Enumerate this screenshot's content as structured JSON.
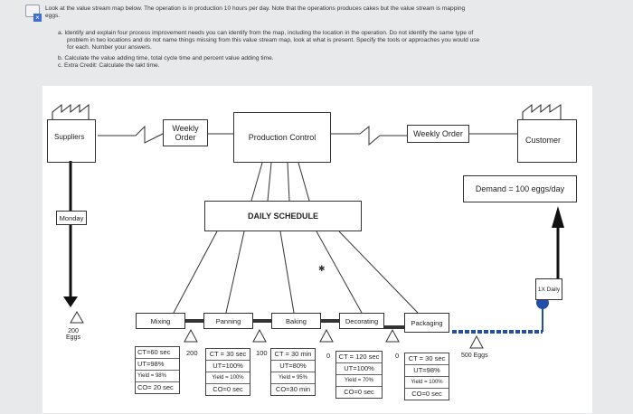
{
  "question": {
    "intro_1": "Look at the value stream map below. The operation is in production 10 hours per day. Note that the operations produces cakes but the value stream is mapping",
    "intro_2": "eggs.",
    "part_a": "a. Identify and explain four process improvement needs you can identify from the map, including the location in the operation. Do not identify the same type of",
    "part_a_2": "problem in two locations and do not name things missing from this value stream map, look at what is present. Specify the tools or approaches you would use",
    "part_a_3": "for each. Number your answers.",
    "part_b": "b. Calculate the value adding time, total cycle time and percent value adding time.",
    "part_c": "c. Extra Credit: Calculate the takt time."
  },
  "map": {
    "suppliers": "Suppliers",
    "customer": "Customer",
    "weekly_order_left": "Weekly Order",
    "weekly_order_right": "Weekly Order",
    "production_control": "Production Control",
    "daily_schedule": "DAILY SCHEDULE",
    "demand": "Demand = 100 eggs/day",
    "monday": "Monday",
    "daily_1x": "1X Daily",
    "inventory_start": "200 Eggs",
    "inventory_end": "500 Eggs",
    "processes": [
      "Mixing",
      "Panning",
      "Baking",
      "Decorating",
      "Packaging"
    ],
    "between": [
      "200",
      "100",
      "0",
      "0"
    ],
    "data": [
      [
        "CT=60 sec",
        "UT=98%",
        "Yield = 98%",
        "CO= 20 sec"
      ],
      [
        "CT = 30 sec",
        "UT=100%",
        "Yield = 100%",
        "CO=0 sec"
      ],
      [
        "CT = 30 min",
        "UT=80%",
        "Yield = 95%",
        "CO=30 min"
      ],
      [
        "CT = 120 sec",
        "UT=100%",
        "Yield = 70%",
        "CO=0 sec"
      ],
      [
        "CT = 30 sec",
        "UT=98%",
        "Yield = 100%",
        "CO=0 sec"
      ]
    ]
  }
}
